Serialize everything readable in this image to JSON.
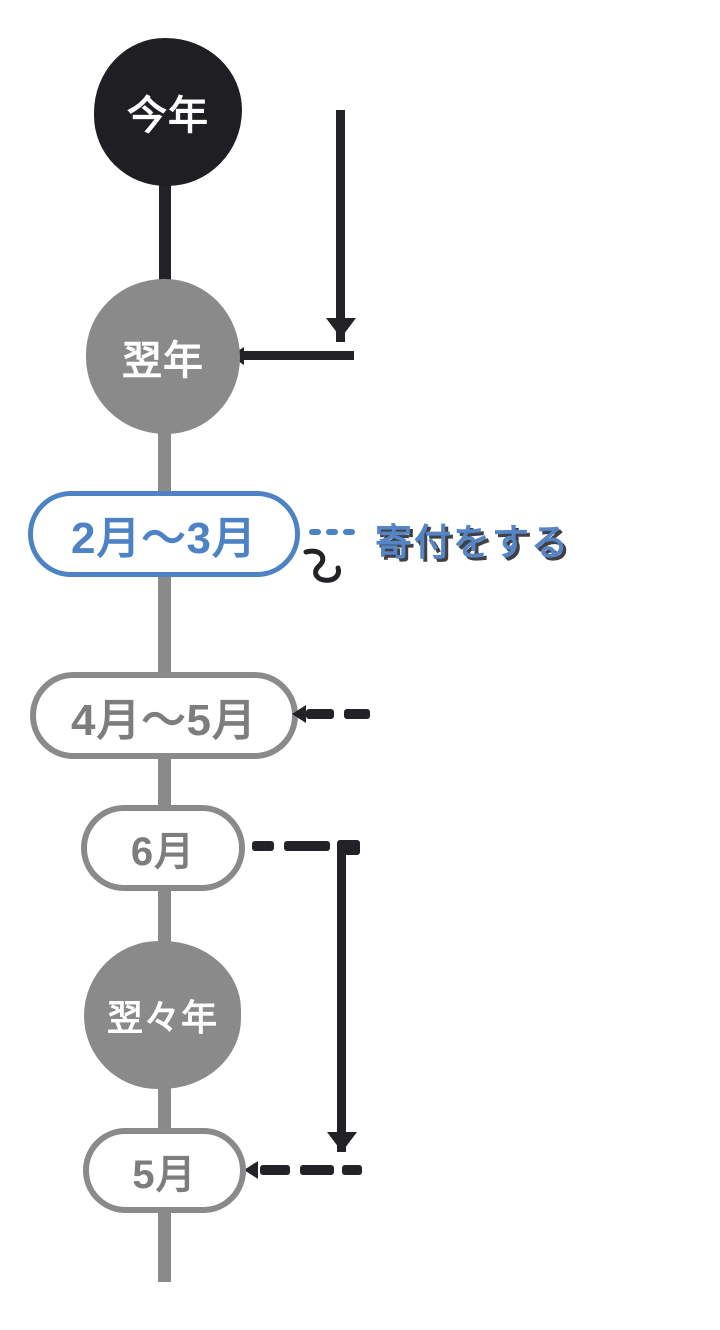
{
  "colors": {
    "accent_blue": "#4d82c4",
    "node_gray": "#8a8a8a",
    "node_dark": "#1f1f23",
    "arrow_dark": "#232327",
    "pill_text_gray": "#7d7d7d",
    "background": "#ffffff"
  },
  "timeline": {
    "nodes": {
      "this_year": {
        "label": "今年"
      },
      "next_year": {
        "label": "翌年"
      },
      "feb_mar": {
        "label": "2月〜3月"
      },
      "apr_may": {
        "label": "4月〜5月"
      },
      "june": {
        "label": "6月"
      },
      "year_after_next": {
        "label": "翌々年"
      },
      "may": {
        "label": "5月"
      }
    },
    "annotation": {
      "label": "寄付をする"
    }
  }
}
